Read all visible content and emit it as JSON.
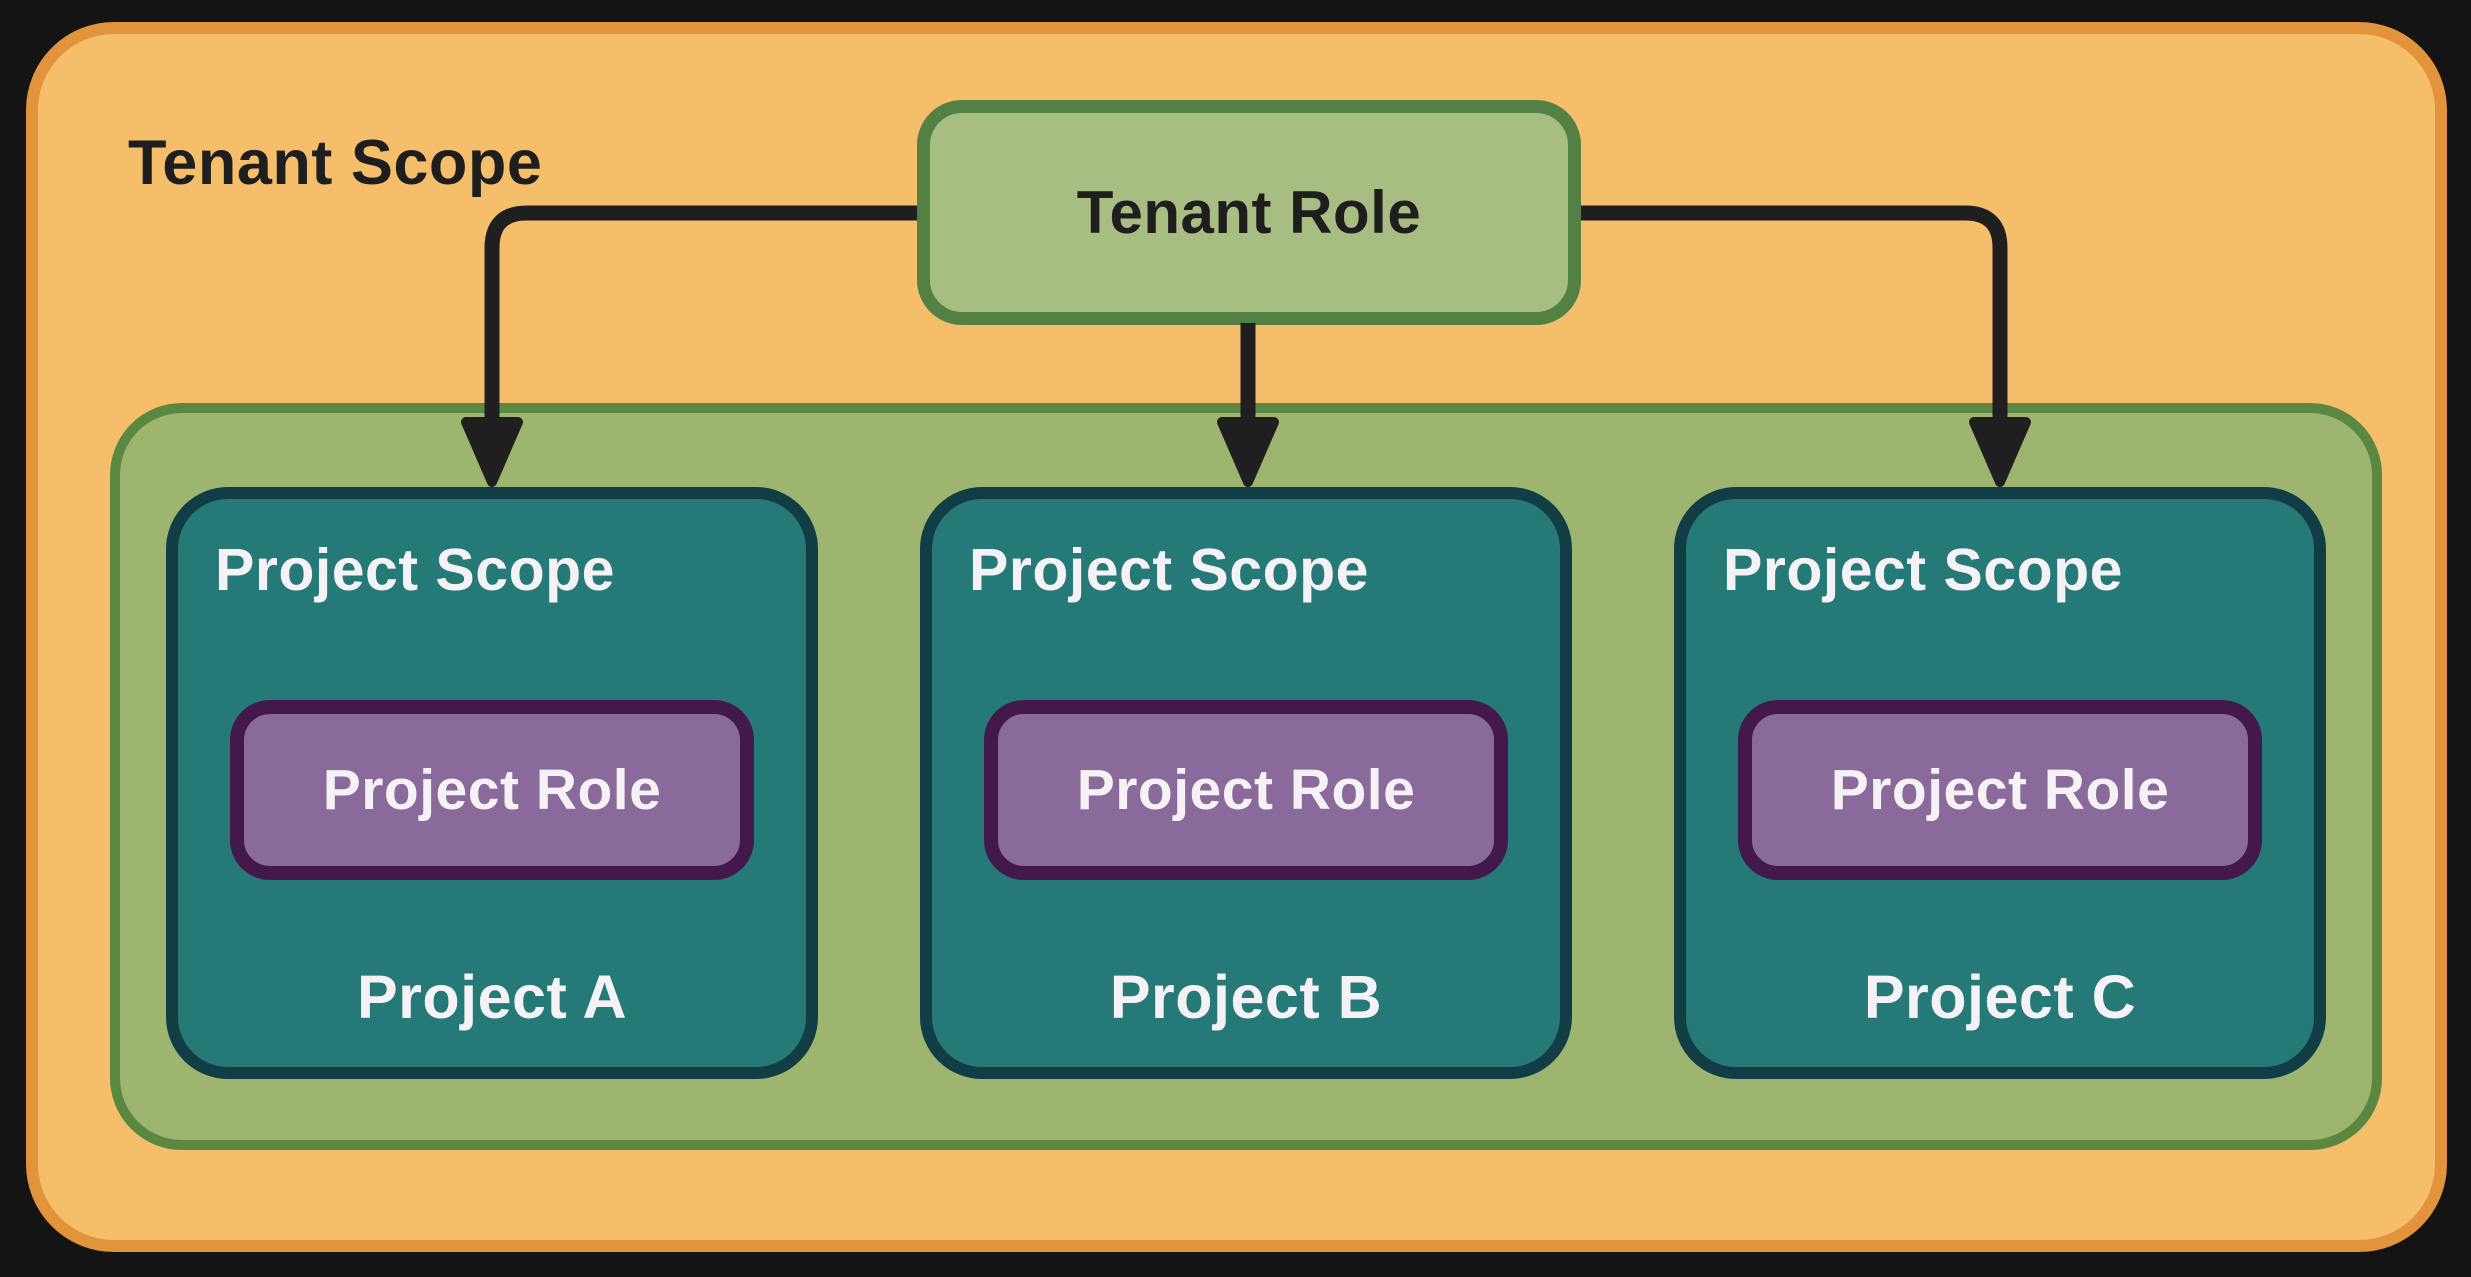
{
  "tenant": {
    "scope_label": "Tenant Scope",
    "role_label": "Tenant Role"
  },
  "projects": [
    {
      "scope_label": "Project Scope",
      "role_label": "Project Role",
      "name": "Project A"
    },
    {
      "scope_label": "Project Scope",
      "role_label": "Project Role",
      "name": "Project B"
    },
    {
      "scope_label": "Project Scope",
      "role_label": "Project Role",
      "name": "Project C"
    }
  ],
  "colors": {
    "canvas_bg": "#141414",
    "tenant_fill": "#F5BE6B",
    "tenant_border": "#E1943B",
    "role_fill": "#A8BD82",
    "role_border": "#538144",
    "group_fill": "#9DB56F",
    "group_border": "#5A8840",
    "project_fill": "#257977",
    "project_border": "#113E45",
    "project_role_fill": "#8A699B",
    "project_role_border": "#42194A",
    "arrow": "#1F1F1F",
    "text_dark": "#1E1E1E",
    "text_light": "#F5F2F6"
  }
}
